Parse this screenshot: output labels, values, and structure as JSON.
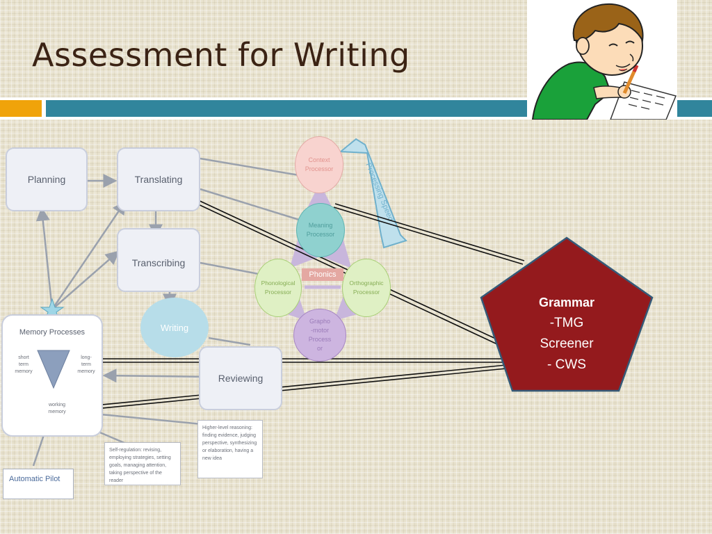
{
  "slide": {
    "title": "Assessment for Writing"
  },
  "process_nodes": {
    "planning": "Planning",
    "translating": "Translating",
    "transcribing": "Transcribing",
    "writing": "Writing",
    "reviewing": "Reviewing"
  },
  "memory": {
    "title": "Memory Processes",
    "short_term": "short\nterm\nmemory",
    "long_term": "long-\nterm\nmemory",
    "working": "working\nmemory"
  },
  "processors": {
    "context": "Context\nProcessor",
    "meaning": "Meaning\nProcessor",
    "phonological": "Phonological\nProcessor",
    "orthographic": "Orthographic\nProcessor",
    "graphomotor": "Grapho\n-motor\nProcess\nor",
    "phonics": "Phonics",
    "processing_speed": "Processing Speed"
  },
  "notes": {
    "self_regulation": "Self-regulation: revising, employing strategies, setting goals, managing attention, taking perspective of the reader",
    "higher_level": "Higher-level reasoning: finding evidence, judging perspective, synthesizing or elaboration, having a new idea",
    "automatic_pilot": "Automatic Pilot"
  },
  "grammar": {
    "title": "Grammar",
    "line1": "-TMG",
    "line2": "Screener",
    "line3": "- CWS"
  },
  "colors": {
    "title": "#3b2314",
    "accent_orange": "#f0a30a",
    "accent_teal": "#31859c",
    "pentagon_fill": "#941a1d",
    "pentagon_stroke": "#355a78",
    "context_circle": "#f8d3cf",
    "meaning_circle": "#8fd1cf",
    "phonological_circle": "#dff0c4",
    "orthographic_circle": "#dff0c4",
    "graphomotor_circle": "#cdb5e0",
    "writing_circle": "#b7dde9"
  },
  "icons": {
    "illustration": "boy-writing-illustration"
  }
}
